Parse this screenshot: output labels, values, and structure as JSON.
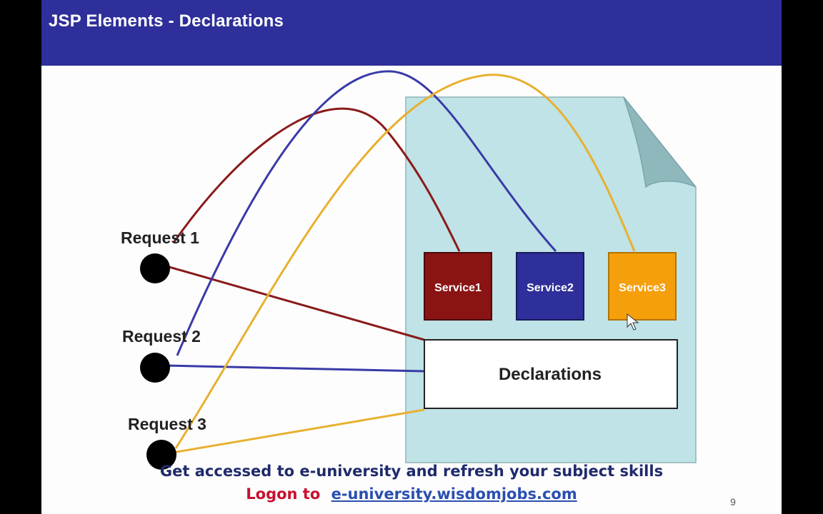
{
  "slide": {
    "title": "JSP Elements - Declarations",
    "page_number": "9"
  },
  "diagram": {
    "requests": [
      {
        "label": "Request 1"
      },
      {
        "label": "Request 2"
      },
      {
        "label": "Request 3"
      }
    ],
    "services": [
      {
        "label": "Service1",
        "color": "#8a1414"
      },
      {
        "label": "Service2",
        "color": "#2e2f9a"
      },
      {
        "label": "Service3",
        "color": "#f59f0b"
      }
    ],
    "declarations_label": "Declarations",
    "colors": {
      "request1_line": "#8a1a1a",
      "request2_line": "#3a3aa8",
      "request3_line": "#e8b030",
      "page_fill": "#bfe3e6",
      "title_bar": "#2e2f9a"
    }
  },
  "footer": {
    "tagline": "Get accessed to e-university and refresh your subject skills",
    "logon_label": "Logon to",
    "link_text": "e-university.wisdomjobs.com"
  }
}
